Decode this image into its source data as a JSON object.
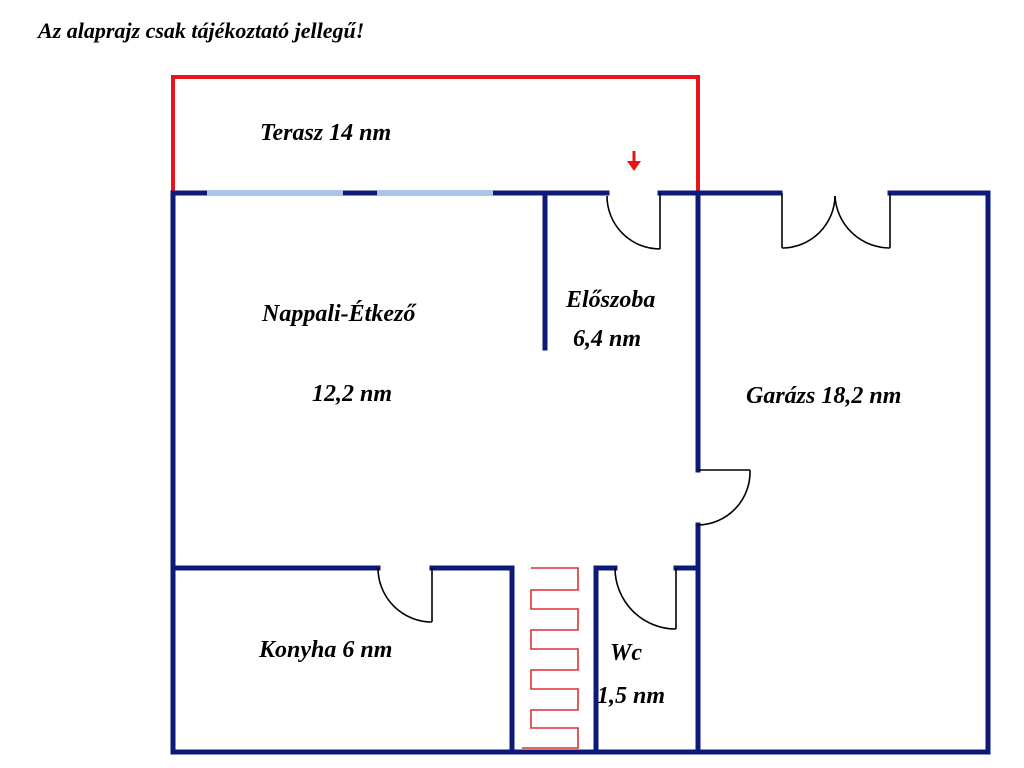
{
  "title": "Az alaprajz csak tájékoztató jellegű!",
  "rooms": {
    "terrace": "Terasz 14 nm",
    "living": "Nappali-Étkező",
    "living_area": "12,2 nm",
    "hall": "Előszoba",
    "hall_area": "6,4 nm",
    "garage": "Garázs 18,2 nm",
    "kitchen": "Konyha 6 nm",
    "wc": "Wc",
    "wc_area": "1,5 nm"
  },
  "colors": {
    "wall": "#0d1a7a",
    "terrace_outline": "#e8141a",
    "window": "#a9c6e8",
    "stairs": "#e03030",
    "entrance_arrow": "#e8141a"
  },
  "icons": {
    "entrance": "arrow-down-icon"
  }
}
